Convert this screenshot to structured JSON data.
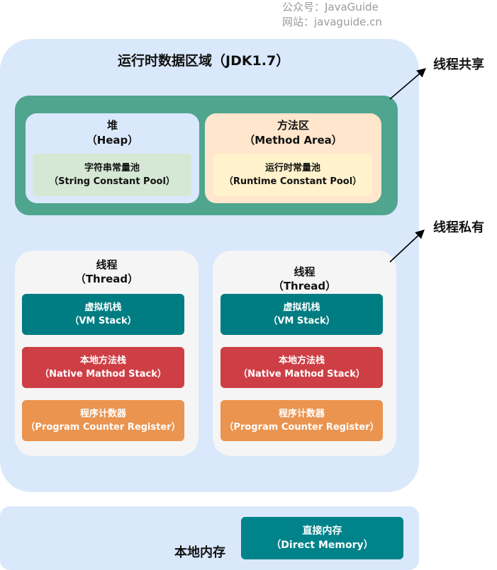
{
  "watermark": {
    "line1": "公众号：JavaGuide",
    "line2": "网站：javaguide.cn"
  },
  "runtime_area": {
    "title": "运行时数据区域（JDK1.7）"
  },
  "labels": {
    "shared": "线程共享",
    "private": "线程私有"
  },
  "heap": {
    "title_cn": "堆",
    "title_en": "（Heap）",
    "inner_cn": "字符串常量池",
    "inner_en": "（String Constant Pool）"
  },
  "method_area": {
    "title_cn": "方法区",
    "title_en": "（Method Area）",
    "inner_cn": "运行时常量池",
    "inner_en": "（Runtime Constant Pool）"
  },
  "threads": [
    {
      "title_cn": "线程",
      "title_en": "（Thread）",
      "vm_stack_cn": "虚拟机栈",
      "vm_stack_en": "（VM Stack）",
      "native_stack_cn": "本地方法栈",
      "native_stack_en": "（Native Mathod Stack）",
      "pc_cn": "程序计数器",
      "pc_en": "（Program Counter Register）"
    },
    {
      "title_cn": "线程",
      "title_en": "（Thread）",
      "vm_stack_cn": "虚拟机栈",
      "vm_stack_en": "（VM Stack）",
      "native_stack_cn": "本地方法栈",
      "native_stack_en": "（Native Mathod Stack）",
      "pc_cn": "程序计数器",
      "pc_en": "（Program Counter Register）"
    }
  ],
  "native_memory": {
    "label": "本地内存",
    "direct_cn": "直接内存",
    "direct_en": "（Direct Memory）"
  },
  "colors": {
    "area_blue": "#dae8fc",
    "shared_green": "#4fa58e",
    "heap_inner": "#d5e8d4",
    "method_bg": "#ffe6cc",
    "method_inner": "#fff2cc",
    "thread_bg": "#f5f5f5",
    "vm_stack": "#007d82",
    "native_stack": "#cd3f45",
    "pc_register": "#ea944f",
    "direct_memory": "#00838a"
  }
}
